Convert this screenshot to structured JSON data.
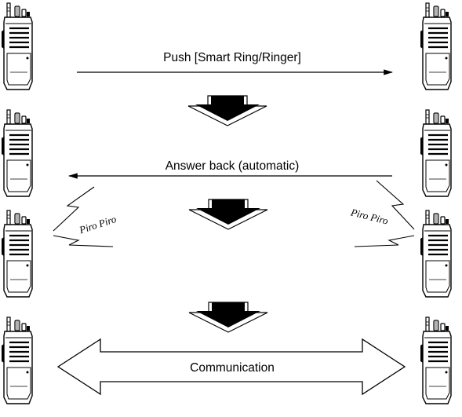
{
  "diagram": {
    "steps": [
      {
        "label": "Push [Smart Ring/Ringer]"
      },
      {
        "label": "Answer back (automatic)"
      },
      {
        "label": "Communication"
      }
    ],
    "sound_left": "Piro Piro",
    "sound_right": "Piro Piro",
    "icons": {
      "radio": "handheld-radio-icon",
      "step_arrow": "down-arrow-icon",
      "signal": "zigzag-signal-icon"
    }
  }
}
